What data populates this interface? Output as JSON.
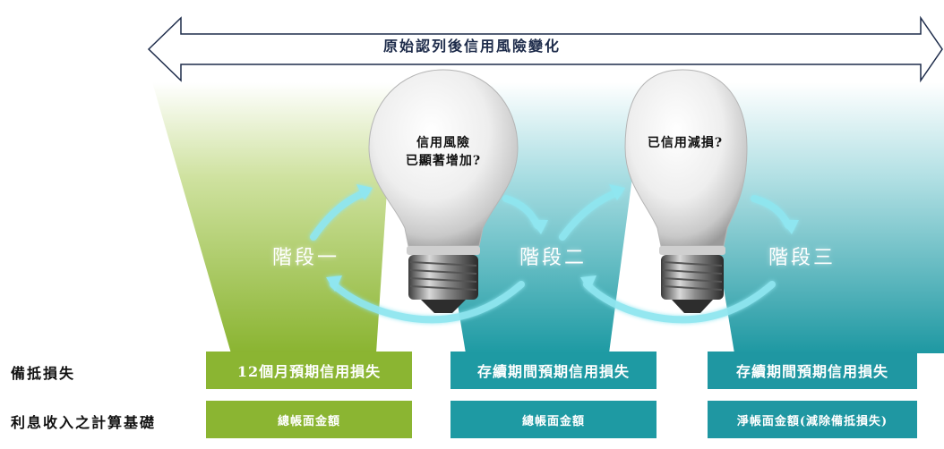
{
  "banner": {
    "title": "原始認列後信用風險變化"
  },
  "bulbs": [
    {
      "question": [
        "信用風險",
        "已顯著增加?"
      ]
    },
    {
      "question": [
        "已信用減損?"
      ]
    }
  ],
  "stages": [
    "階段一",
    "階段二",
    "階段三"
  ],
  "rows": {
    "allowance_label": "備抵損失",
    "interest_label": "利息收入之計算基礎"
  },
  "boxes": {
    "allowance": [
      "12個月預期信用損失",
      "存續期間預期信用損失",
      "存續期間預期信用損失"
    ],
    "interest": [
      "總帳面金額",
      "總帳面金額",
      "淨帳面金額(減除備抵損失)"
    ]
  },
  "colors": {
    "stage1": "#8bb532",
    "stage2": "#1e9aa3",
    "stage3": "#1f97a2",
    "arrow_outline": "#1d2b4a",
    "cycle_arrow": "#8fe6f0"
  }
}
